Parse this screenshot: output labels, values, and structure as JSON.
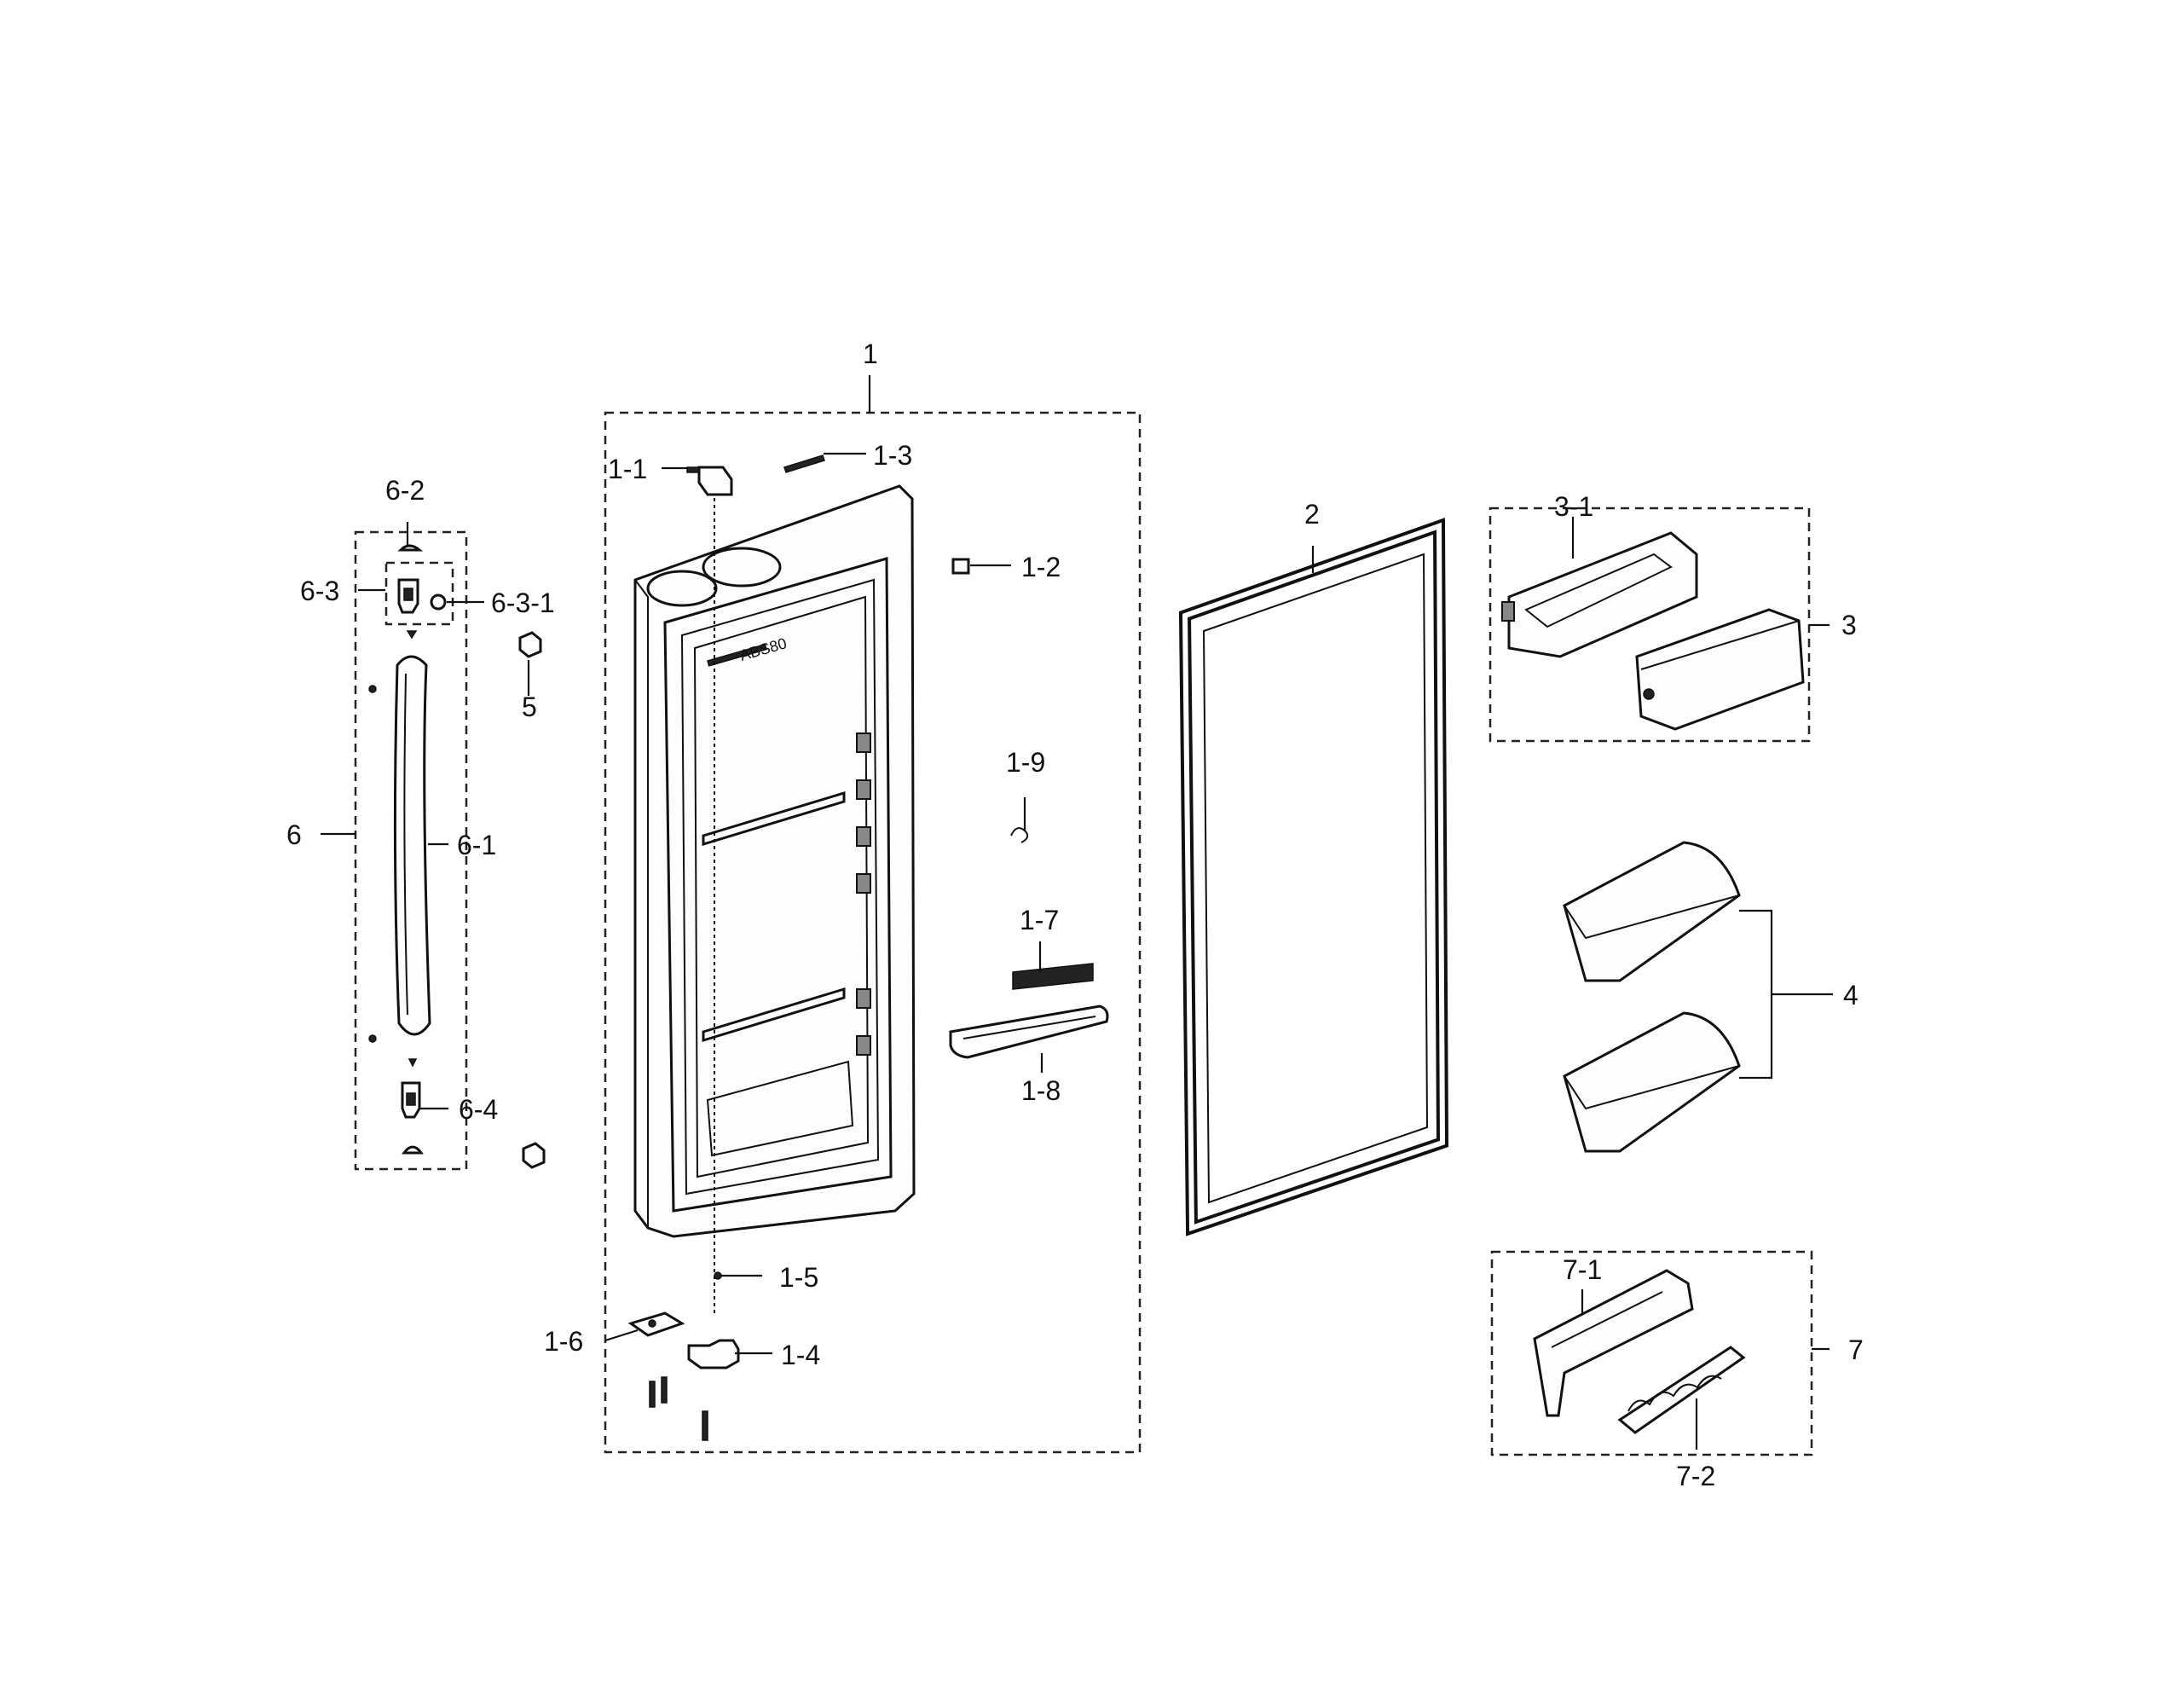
{
  "diagram": {
    "labels": {
      "l1": "1",
      "l1_1": "1-1",
      "l1_2": "1-2",
      "l1_3": "1-3",
      "l1_4": "1-4",
      "l1_5": "1-5",
      "l1_6": "1-6",
      "l1_7": "1-7",
      "l1_8": "1-8",
      "l1_9": "1-9",
      "l2": "2",
      "l3": "3",
      "l3_1": "3-1",
      "l4": "4",
      "l5": "5",
      "l6": "6",
      "l6_1": "6-1",
      "l6_2": "6-2",
      "l6_3": "6-3",
      "l6_3_1": "6-3-1",
      "l6_4": "6-4",
      "l7": "7",
      "l7_1": "7-1",
      "l7_2": "7-2"
    },
    "door_embossing": "ABS80",
    "colors": {
      "line": "#111111",
      "background": "#ffffff",
      "shade": "#888888"
    }
  }
}
